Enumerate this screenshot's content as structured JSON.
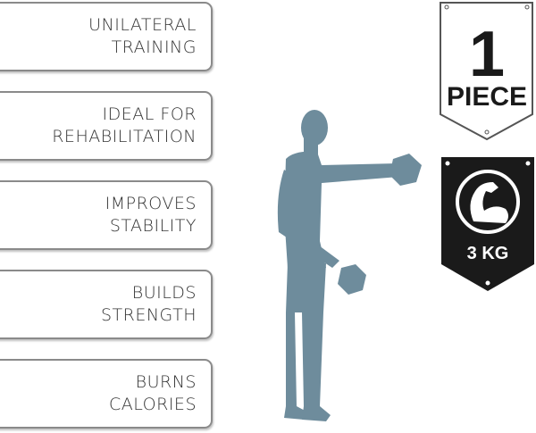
{
  "features": [
    {
      "line1": "UNILATERAL",
      "line2": "TRAINING"
    },
    {
      "line1": "IDEAL FOR",
      "line2": "REHABILITATION"
    },
    {
      "line1": "IMPROVES",
      "line2": "STABILITY"
    },
    {
      "line1": "BUILDS",
      "line2": "STRENGTH"
    },
    {
      "line1": "BURNS",
      "line2": "CALORIES"
    }
  ],
  "pieces": {
    "number": "1",
    "label": "PIECE"
  },
  "weight": {
    "label": "3 KG",
    "icon": "flexed-bicep-icon"
  },
  "colors": {
    "figure": "#6e8c9c",
    "text": "#333333",
    "badge": "#1a1a1a"
  }
}
